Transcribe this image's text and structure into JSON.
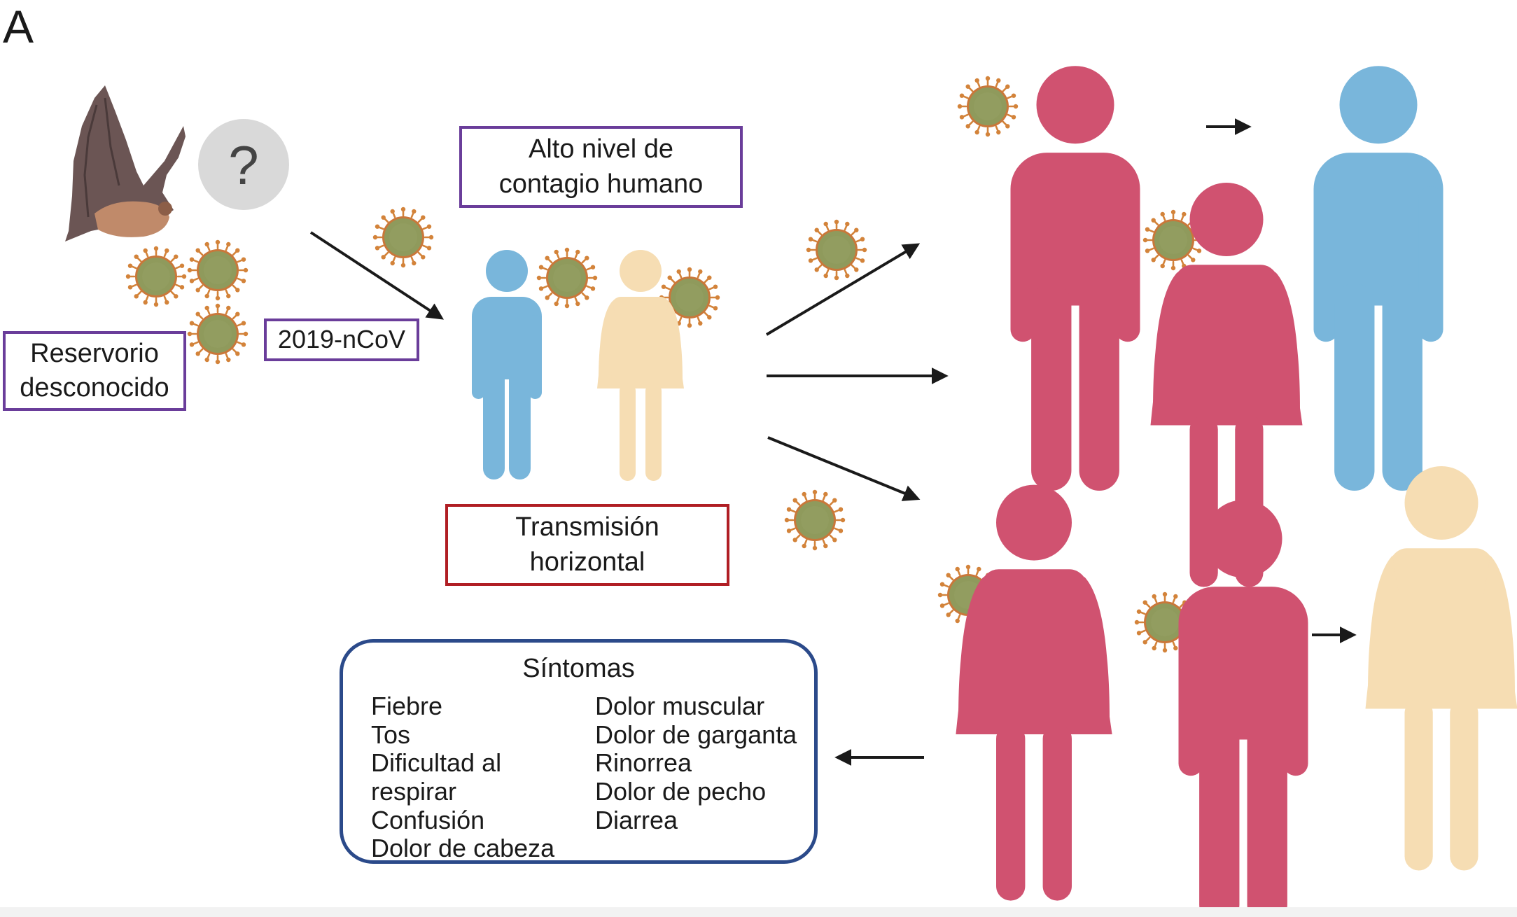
{
  "panel_label": "A",
  "question_mark": "?",
  "boxes": {
    "reservoir": [
      "Reservorio",
      "desconocido"
    ],
    "virus_name": [
      "2019-nCoV"
    ],
    "high_contagion": [
      "Alto nivel de",
      "contagio humano"
    ],
    "horizontal": [
      "Transmisión",
      "horizontal"
    ]
  },
  "symptoms": {
    "title": "Síntomas",
    "left": [
      "Fiebre",
      "Tos",
      "Dificultad al",
      "respirar",
      "Confusión",
      "Dolor de cabeza"
    ],
    "right": [
      "Dolor muscular",
      "Dolor de garganta",
      "Rinorrea",
      "Dolor de pecho",
      "Diarrea"
    ]
  },
  "colors": {
    "infected": "#d05270",
    "male": "#79b6db",
    "female": "#f6ddb3",
    "virus_core": "#8f9a5c",
    "virus_spikes": "#d3833a",
    "purple_box": "#6a3d9a",
    "red_box": "#b01e24",
    "blue_box": "#2b4a8a"
  },
  "icons": [
    "bat-icon",
    "virus-icon",
    "man-icon",
    "woman-icon",
    "arrow-icon"
  ]
}
